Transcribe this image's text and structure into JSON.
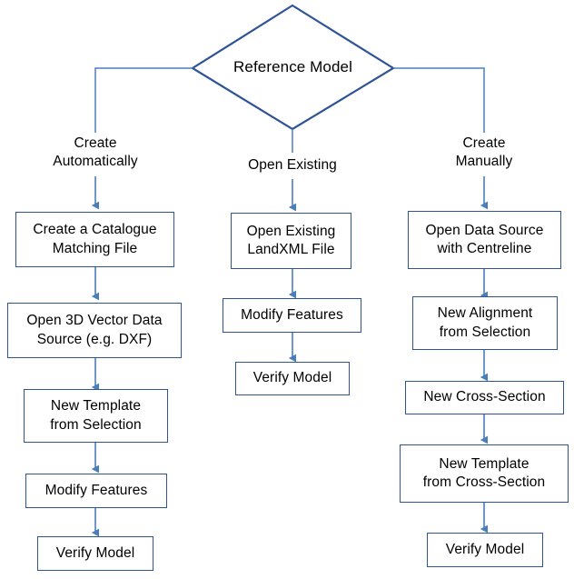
{
  "diagram": {
    "type": "flowchart",
    "title_node": "Reference Model",
    "colors": {
      "decision_border": "#2F5496",
      "box_border": "#2F5496",
      "arrow": "#4A7EBB",
      "branch_line": "#4A7EBB",
      "text": "#000000",
      "background": "#FFFFFF"
    },
    "branches": [
      {
        "id": "left",
        "label_line1": "Create",
        "label_line2": "Automatically",
        "steps": [
          {
            "line1": "Create a Catalogue",
            "line2": "Matching File"
          },
          {
            "line1": "Open 3D Vector Data",
            "line2": "Source (e.g. DXF)"
          },
          {
            "line1": "New Template",
            "line2": "from Selection"
          },
          {
            "line1": "Modify Features",
            "line2": ""
          },
          {
            "line1": "Verify Model",
            "line2": ""
          }
        ]
      },
      {
        "id": "middle",
        "label_line1": "Open Existing",
        "label_line2": "",
        "steps": [
          {
            "line1": "Open Existing",
            "line2": "LandXML File"
          },
          {
            "line1": "Modify Features",
            "line2": ""
          },
          {
            "line1": "Verify Model",
            "line2": ""
          }
        ]
      },
      {
        "id": "right",
        "label_line1": "Create",
        "label_line2": "Manually",
        "steps": [
          {
            "line1": "Open Data Source",
            "line2": "with Centreline"
          },
          {
            "line1": "New Alignment",
            "line2": "from Selection"
          },
          {
            "line1": "New Cross-Section",
            "line2": ""
          },
          {
            "line1": "New Template",
            "line2": "from Cross-Section"
          },
          {
            "line1": "Verify Model",
            "line2": ""
          }
        ]
      }
    ]
  }
}
